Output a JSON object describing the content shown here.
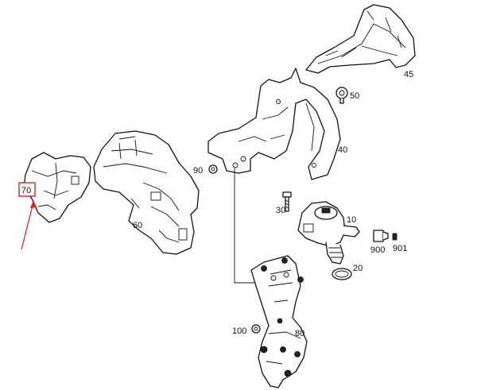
{
  "labels": {
    "p10": "10",
    "p20": "20",
    "p30": "30",
    "p40": "40",
    "p45": "45",
    "p50": "50",
    "p60": "60",
    "p70": "70",
    "p80": "80",
    "p90": "90",
    "p100": "100",
    "p900": "900",
    "p901": "901"
  },
  "highlight": {
    "part": "70",
    "color": "#e02020"
  }
}
